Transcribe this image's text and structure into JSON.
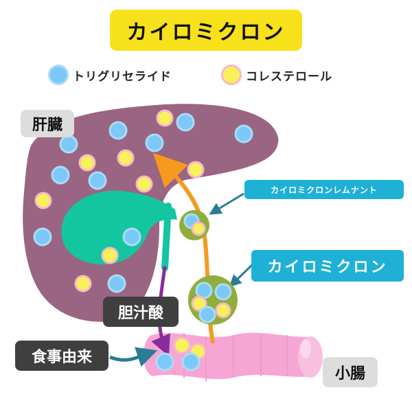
{
  "title": "カイロミクロン",
  "legend": {
    "triglyceride": "トリグリセライド",
    "cholesterol": "コレステロール"
  },
  "labels": {
    "liver": "肝臓",
    "small_intestine": "小腸",
    "bile_acid": "胆汁酸",
    "dietary_origin": "食事由来",
    "chylomicron_remnant": "カイロミクロンレムナント",
    "chylomicron": "カイロミクロン"
  },
  "colors": {
    "title_bg": "#f7e11b",
    "liver": "#9a6582",
    "gallbladder": "#14c6a0",
    "intestine": "#f6a6d4",
    "chylomicron": "#8fae3c",
    "triglyceride": "#7cc8f6",
    "cholesterol": "#f8f25a",
    "arrow_orange": "#f59a1e",
    "arrow_purple": "#8a2b9e",
    "arrow_teal": "#2a7d93",
    "label_blue": "#1fb0d6"
  }
}
